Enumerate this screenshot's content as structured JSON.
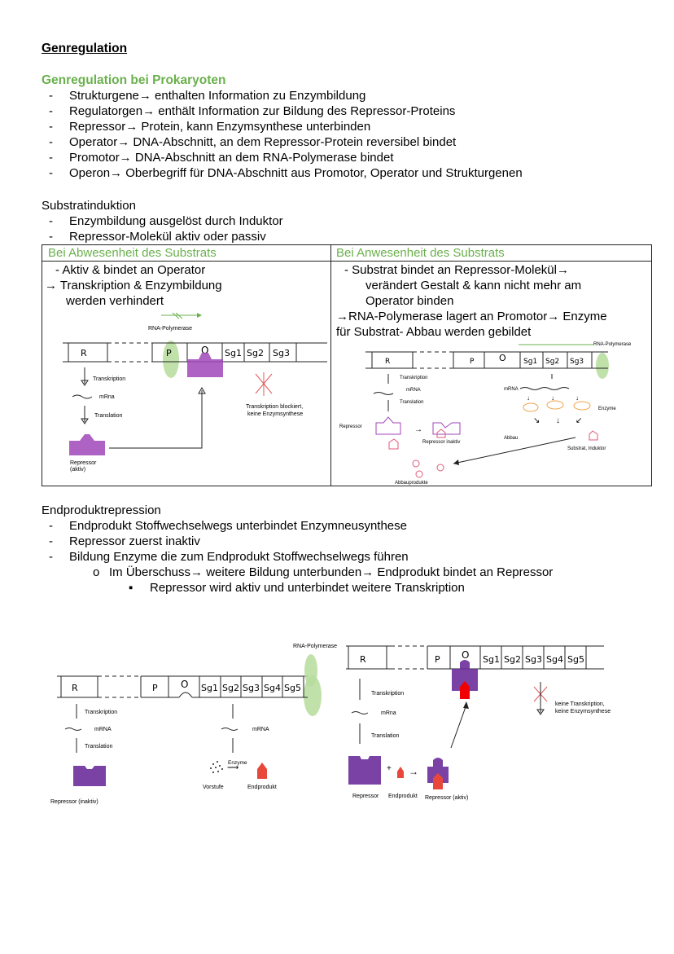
{
  "title": "Genregulation",
  "prokaryoten": {
    "heading": "Genregulation bei Prokaryoten",
    "items": [
      "Strukturgene→ enthalten Information zu Enzymbildung",
      "Regulatorgen→ enthält Information zur Bildung des Repressor-Proteins",
      "Repressor→ Protein, kann Enzymsynthese unterbinden",
      "Operator→ DNA-Abschnitt, an dem Repressor-Protein reversibel bindet",
      "Promotor→ DNA-Abschnitt an dem RNA-Polymerase bindet",
      "Operon→ Oberbegriff für DNA-Abschnitt aus Promotor, Operator und Strukturgenen"
    ]
  },
  "substratinduktion": {
    "heading": "Substratinduktion",
    "items": [
      "Enzymbildung ausgelöst durch Induktor",
      "Repressor-Molekül aktiv oder passiv"
    ],
    "table": {
      "left_head": "Bei Abwesenheit des Substrats",
      "right_head": "Bei Anwesenheit des Substrats",
      "left_lines": [
        "-   Aktiv & bindet an Operator",
        "→ Transkription & Enzymbildung",
        "werden verhindert"
      ],
      "right_lines": [
        "-    Substrat bindet an Repressor-Molekül→",
        "verändert Gestalt & kann nicht mehr am",
        "Operator binden",
        "→RNA-Polymerase lagert an Promotor→ Enzyme",
        "für Substrat-  Abbau werden gebildet"
      ]
    },
    "diagram_left": {
      "rna_polymerase": "RNA-Polymerase",
      "genes": [
        "R",
        "P",
        "O",
        "Sg1",
        "Sg2",
        "Sg3"
      ],
      "transkription": "Transkription",
      "mrna": "mRna",
      "translation": "Translation",
      "repressor": "Repressor",
      "aktiv": "(aktiv)",
      "blocked_1": "Transkription blockiert,",
      "blocked_2": "keine Enzymsynthese"
    },
    "diagram_right": {
      "rna_polymerase": "RNA-Polymerase",
      "genes": [
        "R",
        "P",
        "O",
        "Sg1",
        "Sg2",
        "Sg3"
      ],
      "transkription": "Transkription",
      "mrna": "mRNA",
      "mrna2": "mRNA",
      "translation": "Translation",
      "repressor": "Repressor",
      "repressor_inaktiv": "Repressor inaktiv",
      "enzyme": "Enzyme",
      "abbau": "Abbau",
      "substrat": "Substrat, Induktor",
      "abbauprodukte": "Abbauprodukte"
    }
  },
  "endprodukt": {
    "heading": "Endproduktrepression",
    "items": [
      "Endprodukt Stoffwechselwegs unterbindet Enzymneusynthese",
      "Repressor zuerst inaktiv",
      "Bildung Enzyme die zum Endprodukt Stoffwechselwegs führen"
    ],
    "sub": "Im Überschuss→ weitere Bildung unterbunden→ Endprodukt bindet an Repressor",
    "subsub": "Repressor wird aktiv und unterbindet weitere Transkription",
    "diagram_left": {
      "genes": [
        "R",
        "P",
        "O",
        "Sg1",
        "Sg2",
        "Sg3",
        "Sg4",
        "Sg5"
      ],
      "transkription": "Transkription",
      "mrna": "mRNA",
      "mrna2": "mRNA",
      "translation": "Translation",
      "repressor": "Repressor (inaktiv)",
      "enzyme": "Enzyme",
      "vorstufe": "Vorstufe",
      "endprodukt": "Endprodukt"
    },
    "diagram_right": {
      "rna_polymerase": "RNA-Polymerase",
      "genes": [
        "R",
        "P",
        "O",
        "Sg1",
        "Sg2",
        "Sg3",
        "Sg4",
        "Sg5"
      ],
      "transkription": "Transkription",
      "mrna": "mRna",
      "translation": "Translation",
      "repressor": "Repressor",
      "endprodukt": "Endprodukt",
      "repressor_aktiv": "Repressor (aktiv)",
      "blocked_1": "keine Transkription,",
      "blocked_2": "keine Enzymsynthese"
    }
  },
  "colors": {
    "accent_green": "#6ab04c",
    "repressor_purple": "#9b3fb5",
    "endprodukt_red": "#e8473c",
    "polymerase_green": "#b6dc9c",
    "substrat_pink": "#e05a7a",
    "enzyme_orange": "#f0a24a"
  }
}
